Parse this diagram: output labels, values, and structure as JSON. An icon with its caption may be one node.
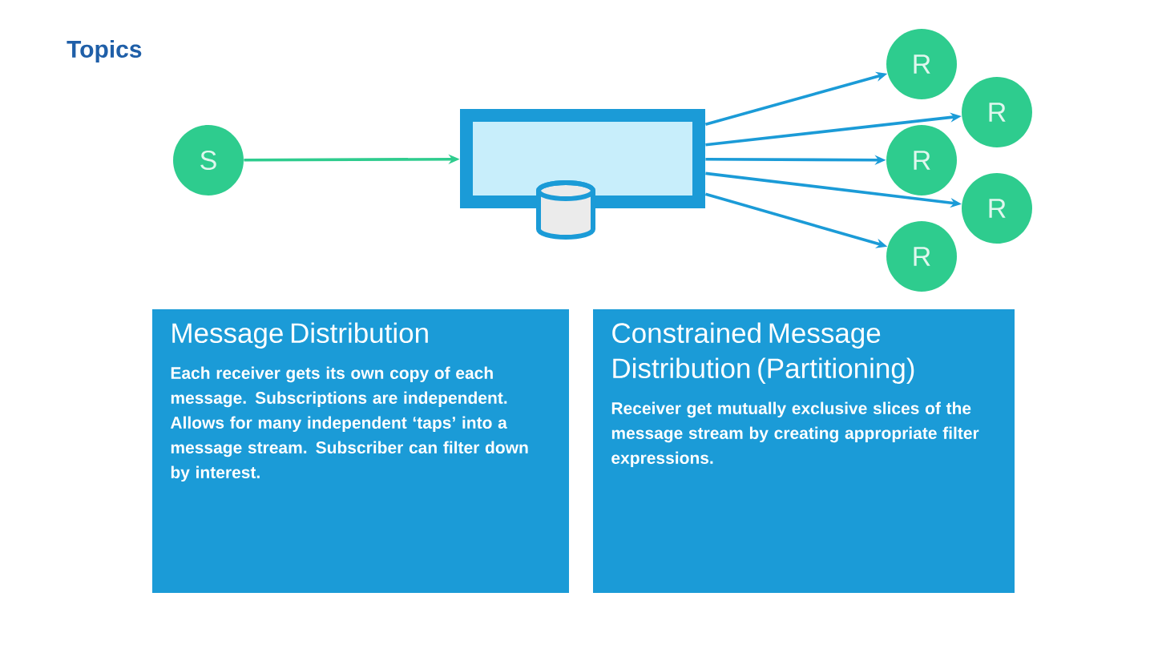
{
  "diagram": {
    "title": "Topics",
    "nodes": [
      {
        "text": [
          "S"
        ]
      },
      {
        "text": [],
        "shape": "box"
      },
      {
        "text": [],
        "shape": "cylinder"
      },
      {
        "text": [
          "R"
        ]
      },
      {
        "text": [
          "R"
        ]
      },
      {
        "text": [
          "R"
        ]
      },
      {
        "text": [
          "R"
        ]
      },
      {
        "text": [
          "R"
        ]
      },
      {
        "text": [
          "Message Distribution",
          "Each receiver gets its own copy of each message. Subscriptions are independent. Allows for many independent ‘taps’ into a message stream. Subscriber can filter down by interest."
        ]
      },
      {
        "text": [
          "Constrained Message Distribution (Partitioning)",
          "Receiver get mutually exclusive slices of the message stream by creating appropriate filter expressions."
        ]
      }
    ],
    "edges": [
      {
        "from": 0,
        "to": 1,
        "arrow": "to"
      },
      {
        "from": 1,
        "to": 3,
        "arrow": "to"
      },
      {
        "from": 1,
        "to": 4,
        "arrow": "to"
      },
      {
        "from": 1,
        "to": 5,
        "arrow": "to"
      },
      {
        "from": 1,
        "to": 6,
        "arrow": "to"
      },
      {
        "from": 1,
        "to": 7,
        "arrow": "to"
      }
    ]
  }
}
